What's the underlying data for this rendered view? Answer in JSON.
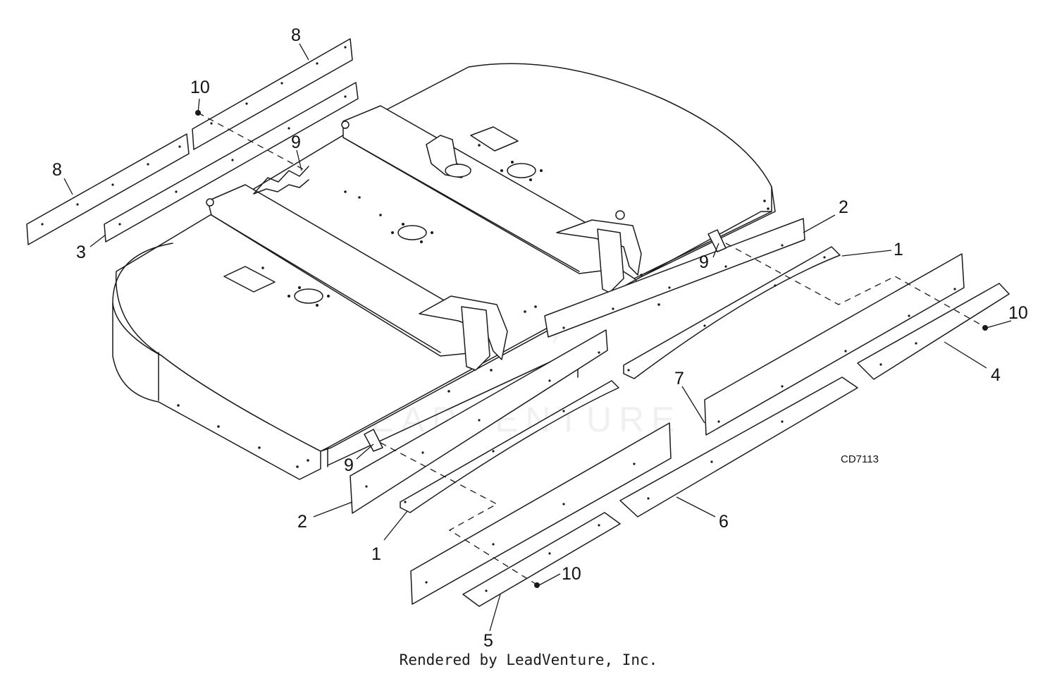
{
  "diagram": {
    "drawing_code": "CD7113",
    "watermark": "LEADVENTURE",
    "callouts": [
      {
        "key": "c8a",
        "label": "8"
      },
      {
        "key": "c8b",
        "label": "8"
      },
      {
        "key": "c10a",
        "label": "10"
      },
      {
        "key": "c9a",
        "label": "9"
      },
      {
        "key": "c3",
        "label": "3"
      },
      {
        "key": "c2a",
        "label": "2"
      },
      {
        "key": "c1a",
        "label": "1"
      },
      {
        "key": "c9b",
        "label": "9"
      },
      {
        "key": "c10b",
        "label": "10"
      },
      {
        "key": "c4",
        "label": "4"
      },
      {
        "key": "c7",
        "label": "7"
      },
      {
        "key": "c9c",
        "label": "9"
      },
      {
        "key": "c2b",
        "label": "2"
      },
      {
        "key": "c1b",
        "label": "1"
      },
      {
        "key": "c6",
        "label": "6"
      },
      {
        "key": "c10c",
        "label": "10"
      },
      {
        "key": "c5",
        "label": "5"
      }
    ]
  },
  "footer": {
    "credit": "Rendered by LeadVenture, Inc."
  },
  "colors": {
    "line": "#1a1a1a",
    "background": "#ffffff"
  }
}
